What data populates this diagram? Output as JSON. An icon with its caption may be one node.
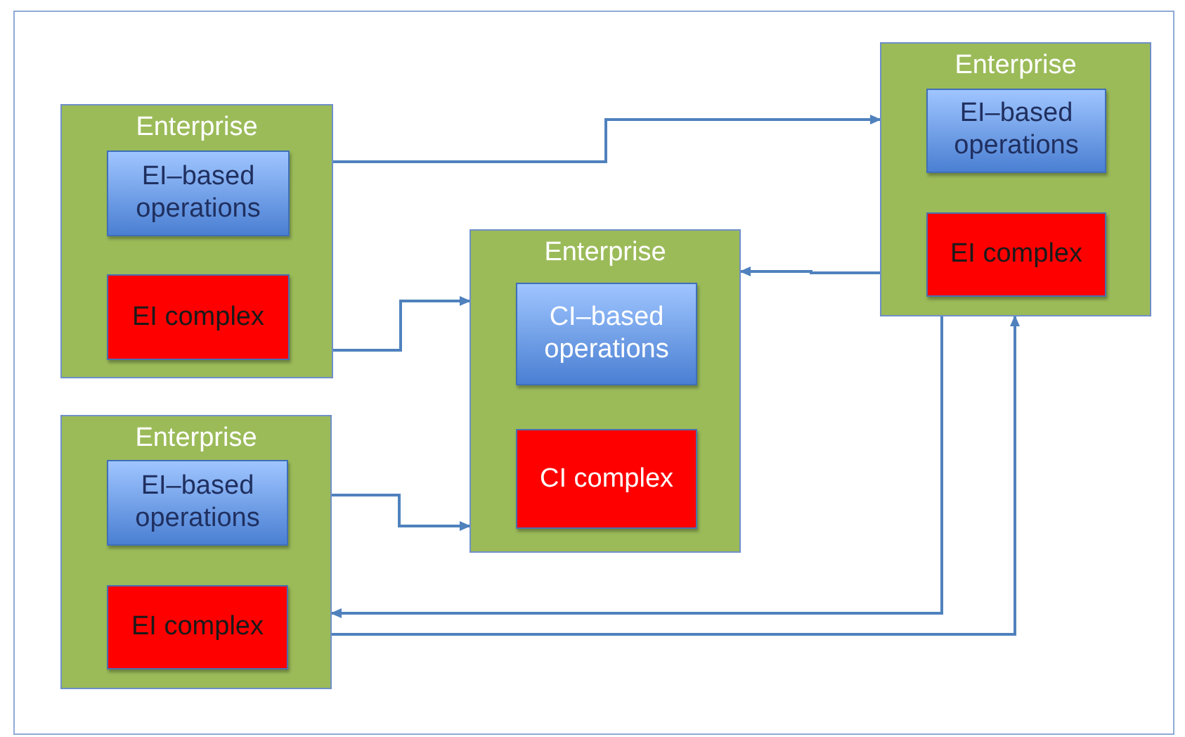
{
  "diagram": {
    "nodes": [
      {
        "text": [
          "Enterprise"
        ]
      },
      {
        "text": [
          "EI–based operations"
        ],
        "in": 0
      },
      {
        "text": [
          "EI complex"
        ],
        "in": 0
      },
      {
        "text": [
          "Enterprise"
        ]
      },
      {
        "text": [
          "EI–based operations"
        ],
        "in": 3
      },
      {
        "text": [
          "EI complex"
        ],
        "in": 3
      },
      {
        "text": [
          "Enterprise"
        ]
      },
      {
        "text": [
          "CI–based operations"
        ],
        "in": 6
      },
      {
        "text": [
          "CI complex"
        ],
        "in": 6
      },
      {
        "text": [
          "Enterprise"
        ]
      },
      {
        "text": [
          "EI–based operations"
        ],
        "in": 9
      },
      {
        "text": [
          "EI complex"
        ],
        "in": 9
      }
    ],
    "edges": [
      {
        "from": 0,
        "to": 9,
        "arrow": "to"
      },
      {
        "from": 0,
        "to": 6,
        "arrow": "to"
      },
      {
        "from": 3,
        "to": 6,
        "arrow": "to"
      },
      {
        "from": 9,
        "to": 6,
        "arrow": "to"
      },
      {
        "from": 9,
        "to": 3,
        "arrow": "to"
      },
      {
        "from": 3,
        "to": 9,
        "arrow": "to"
      }
    ]
  }
}
